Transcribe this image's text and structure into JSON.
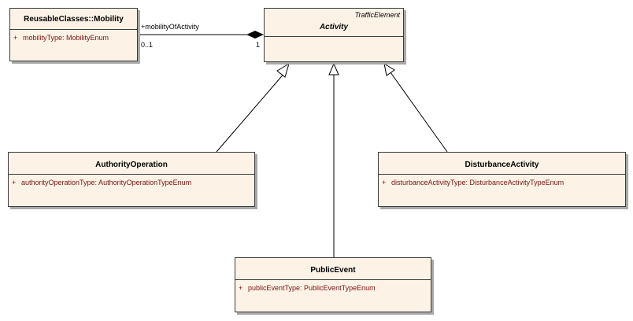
{
  "classes": {
    "mobility": {
      "name": "ReusableClasses::Mobility",
      "attributes": [
        {
          "visibility": "+",
          "text": "mobilityType:  MobilityEnum"
        }
      ]
    },
    "activity": {
      "stereotype": "TrafficElement",
      "name": "Activity",
      "attributes": []
    },
    "authority": {
      "name": "AuthorityOperation",
      "attributes": [
        {
          "visibility": "+",
          "text": "authorityOperationType:  AuthorityOperationTypeEnum"
        }
      ]
    },
    "disturbance": {
      "name": "DisturbanceActivity",
      "attributes": [
        {
          "visibility": "+",
          "text": "disturbanceActivityType:  DisturbanceActivityTypeEnum"
        }
      ]
    },
    "publicevent": {
      "name": "PublicEvent",
      "attributes": [
        {
          "visibility": "+",
          "text": "publicEventType:  PublicEventTypeEnum"
        }
      ]
    }
  },
  "association": {
    "role": "+mobilityOfActivity",
    "source_multiplicity": "0..1",
    "target_multiplicity": "1"
  },
  "colors": {
    "class_fill": "#fcf3e6",
    "attribute_text": "#7b1010",
    "border": "#3b3b3b"
  }
}
